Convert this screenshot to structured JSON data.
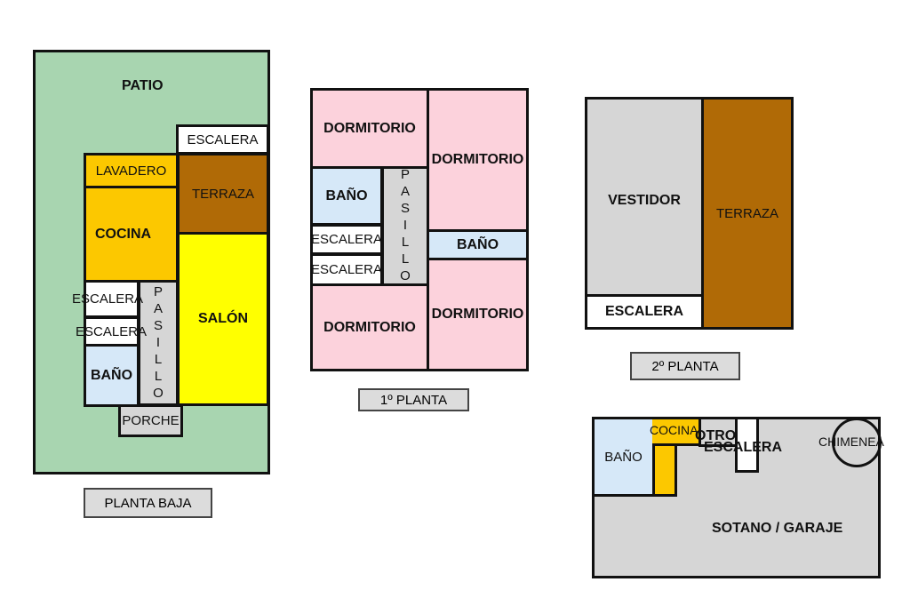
{
  "planta_baja": {
    "label": "PLANTA BAJA",
    "rooms": {
      "patio": "PATIO",
      "escalera_top": "ESCALERA",
      "lavadero": "LAVADERO",
      "terraza": "TERRAZA",
      "cocina": "COCINA",
      "salon": "SALÓN",
      "escalera1": "ESCALERA",
      "escalera2": "ESCALERA",
      "bano": "BAÑO",
      "pasillo": "PASILLO",
      "porche": "PORCHE"
    }
  },
  "primera_planta": {
    "label": "1º PLANTA",
    "rooms": {
      "dorm_tl": "DORMITORIO",
      "dorm_tr": "DORMITORIO",
      "bano_l": "BAÑO",
      "escalera1": "ESCALERA",
      "escalera2": "ESCALERA",
      "pasillo": "PASILLO",
      "bano_r": "BAÑO",
      "dorm_bl": "DORMITORIO",
      "dorm_br": "DORMITORIO"
    }
  },
  "segunda_planta": {
    "label": "2º PLANTA",
    "rooms": {
      "vestidor": "VESTIDOR",
      "terraza": "TERRAZA",
      "escalera": "ESCALERA"
    }
  },
  "sotano": {
    "rooms": {
      "bano": "BAÑO",
      "cocina": "COCINA",
      "otro": "OTRO",
      "escalera": "ESCALERA",
      "chimenea": "CHIMENEA",
      "garaje": "SOTANO / GARAJE"
    }
  }
}
